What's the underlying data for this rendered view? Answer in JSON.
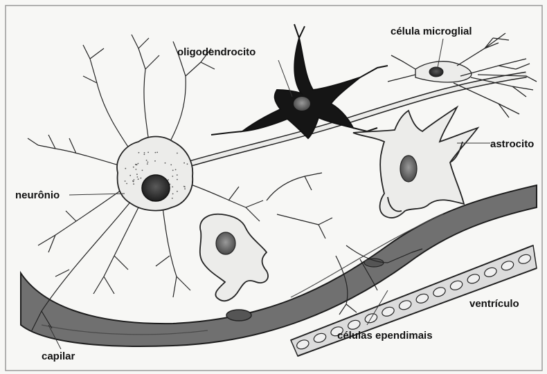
{
  "labels": {
    "oligodendrocito": "oligodendrocito",
    "microglia": "célula microglial",
    "astrocito": "astrocito",
    "neuronio": "neurônio",
    "ventriculo": "ventrículo",
    "ependimais": "células ependimais",
    "capilar": "capilar"
  },
  "colors": {
    "cell_fill": "#ececea",
    "vessel_fill": "#6e6e6e",
    "dark_cell": "#1a1a1a",
    "stroke": "#222222"
  }
}
